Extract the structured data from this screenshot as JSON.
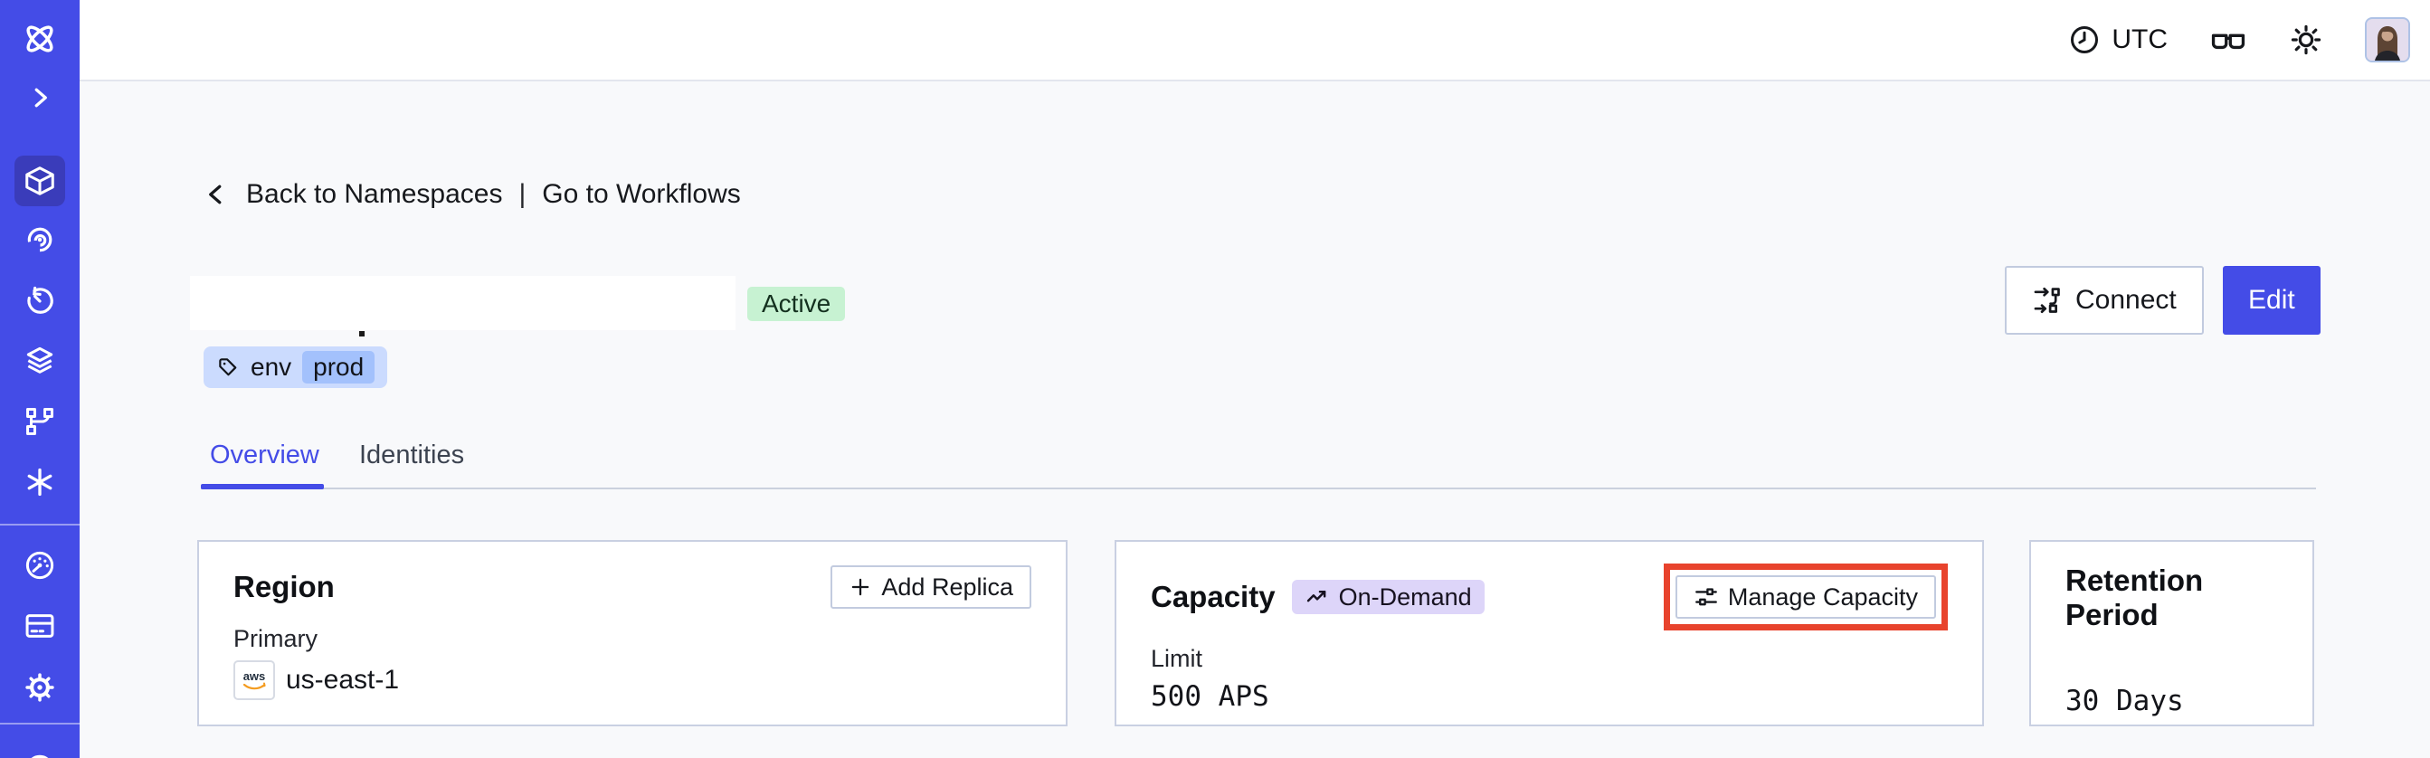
{
  "colors": {
    "accent_indigo": "#444ce7",
    "sidebar_active": "#3a3cba",
    "annotation_red": "#e8432d",
    "status_active_bg": "#c7f2d2",
    "status_active_text": "#14301f",
    "tag_pill_bg": "#cbdbfe",
    "tag_chip_bg": "#a3c1fc",
    "ondemand_badge_bg": "#ddd5f9",
    "card_border": "#c9d0e2",
    "page_bg": "#f8f9fb",
    "aws_smile_orange": "#f49c20"
  },
  "sidebar": {
    "items": [
      {
        "icon": "temporal-logo",
        "active": false
      },
      {
        "icon": "expand-chevron",
        "active": false
      },
      {
        "icon": "namespaces-cube",
        "active": true
      },
      {
        "icon": "workflows-spiral",
        "active": false
      },
      {
        "icon": "schedules-clock",
        "active": false
      },
      {
        "icon": "deployments-layers",
        "active": false
      },
      {
        "icon": "nexus-branch",
        "active": false
      },
      {
        "icon": "batch-asterisk",
        "active": false
      },
      {
        "icon": "usage-gauge",
        "active": false
      },
      {
        "icon": "billing-card",
        "active": false
      },
      {
        "icon": "settings-gear",
        "active": false
      },
      {
        "icon": "support-circle",
        "active": false
      }
    ]
  },
  "topbar": {
    "timezone_label": "UTC",
    "icons": [
      "clock-icon",
      "glasses-icon",
      "sun-icon"
    ],
    "avatar": "user-avatar"
  },
  "breadcrumb": {
    "back_label": "Back to Namespaces",
    "separator": "|",
    "workflows_label": "Go to Workflows"
  },
  "namespace_header": {
    "status": "Active",
    "tag_key": "env",
    "tag_value": "prod",
    "connect_label": "Connect",
    "edit_label": "Edit"
  },
  "tabs": [
    {
      "label": "Overview",
      "active": true
    },
    {
      "label": "Identities",
      "active": false
    }
  ],
  "cards": {
    "region": {
      "title": "Region",
      "action_label": "Add Replica",
      "field_label": "Primary",
      "provider": "aws",
      "value": "us-east-1"
    },
    "capacity": {
      "title": "Capacity",
      "badge_label": "On-Demand",
      "action_label": "Manage Capacity",
      "field_label": "Limit",
      "value": "500 APS",
      "action_annotated": true
    },
    "retention": {
      "title": "Retention Period",
      "value": "30 Days"
    }
  }
}
